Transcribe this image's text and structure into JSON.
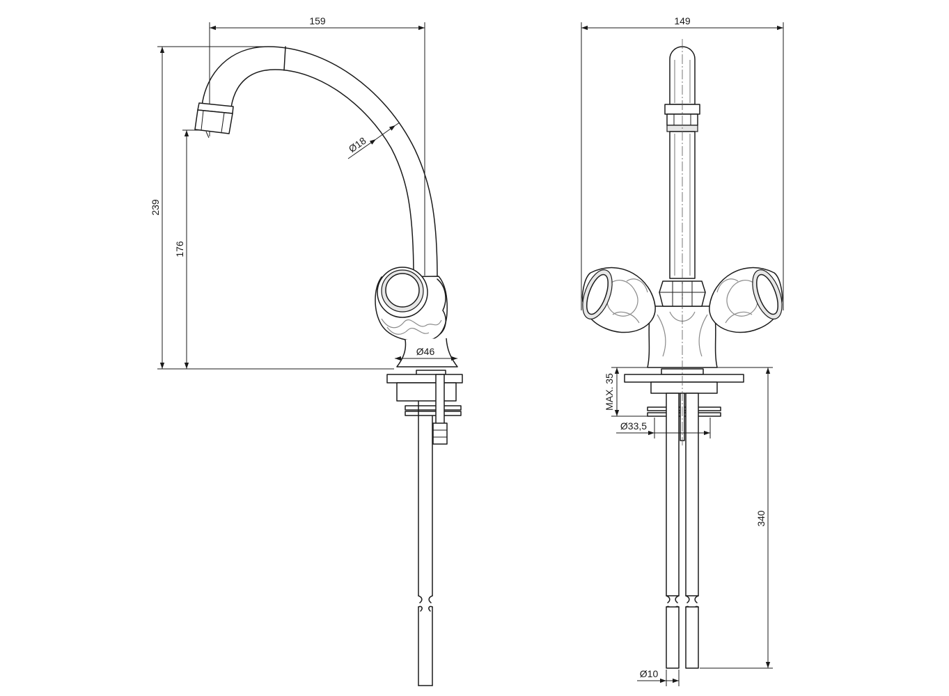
{
  "side_view": {
    "width_dim": "159",
    "total_height_dim": "239",
    "spout_height_dim": "176",
    "spout_diameter_dim": "Ø18",
    "base_diameter_dim": "Ø46"
  },
  "front_view": {
    "width_dim": "149",
    "max_counter_thickness_dim": "MAX. 35",
    "mounting_hole_dim": "Ø33,5",
    "hose_length_dim": "340",
    "hose_diameter_dim": "Ø10"
  }
}
